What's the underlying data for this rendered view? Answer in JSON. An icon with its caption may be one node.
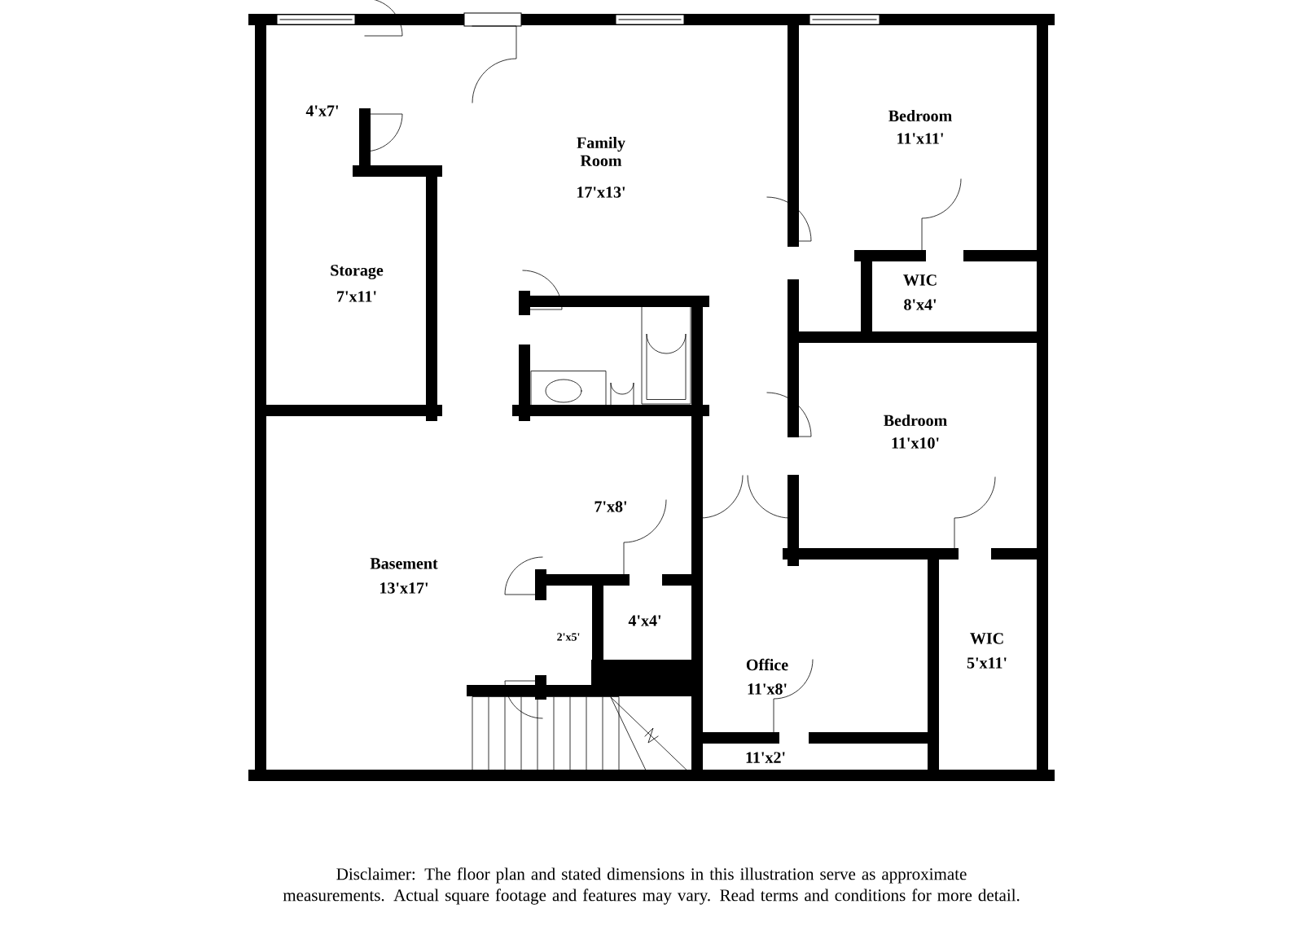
{
  "diagram": {
    "caption": "Disclaimer: The floor plan and stated dimensions in this illustration serve as approximate measurements. Actual square footage and features may vary. Read terms and conditions for more detail.",
    "labels": [
      "4'x7'",
      "Family Room",
      "17'x13'",
      "Bedroom",
      "11'x11'",
      "Storage",
      "7'x11'",
      "WIC",
      "8'x4'",
      "Bedroom",
      "11'x10'",
      "7'x8'",
      "Basement",
      "13'x17'",
      "4'x4'",
      "2'x5'",
      "Office",
      "11'x8'",
      "WIC",
      "5'x11'",
      "11'x2'"
    ]
  }
}
